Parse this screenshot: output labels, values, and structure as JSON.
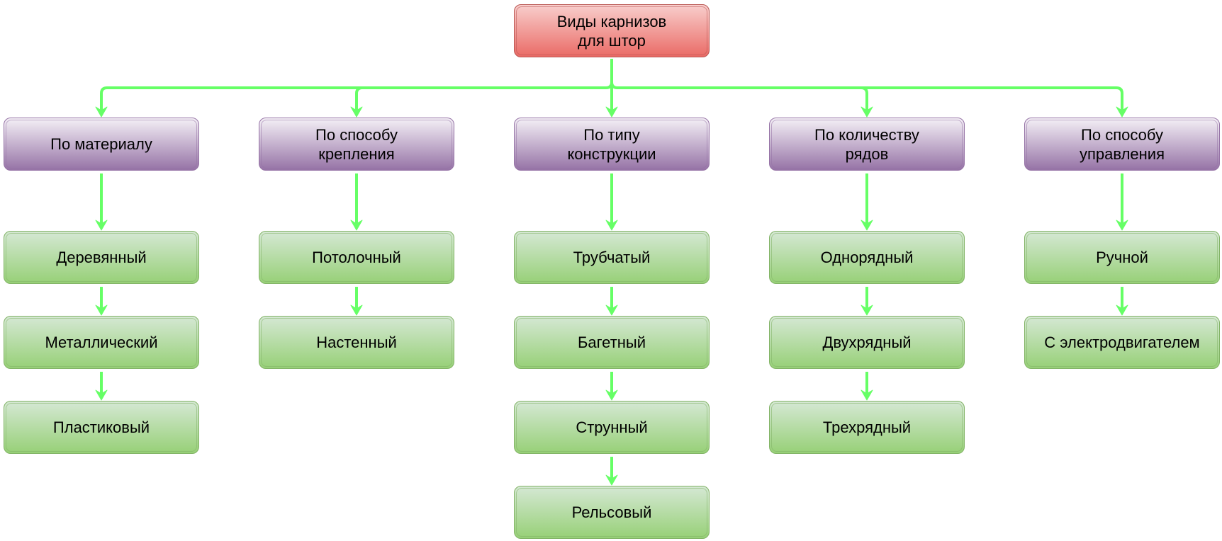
{
  "diagram": {
    "root": {
      "label": "Виды карнизов\nдля штор"
    },
    "categories": [
      {
        "label": "По материалу",
        "items": [
          "Деревянный",
          "Металлический",
          "Пластиковый"
        ]
      },
      {
        "label": "По способу\nкрепления",
        "items": [
          "Потолочный",
          "Настенный"
        ]
      },
      {
        "label": "По типу\nконструкции",
        "items": [
          "Трубчатый",
          "Багетный",
          "Струнный",
          "Рельсовый"
        ]
      },
      {
        "label": "По количеству\nрядов",
        "items": [
          "Однорядный",
          "Двухрядный",
          "Трехрядный"
        ]
      },
      {
        "label": "По способу\nуправления",
        "items": [
          "Ручной",
          "С электродвигателем"
        ]
      }
    ]
  },
  "colors": {
    "connector": "#66ff66",
    "root_fill_top": "#f8cecc",
    "root_fill_bottom": "#ea6b66",
    "category_fill_bottom": "#9673a6",
    "leaf_fill_top": "#d5e8d4",
    "leaf_fill_bottom": "#97d077"
  }
}
